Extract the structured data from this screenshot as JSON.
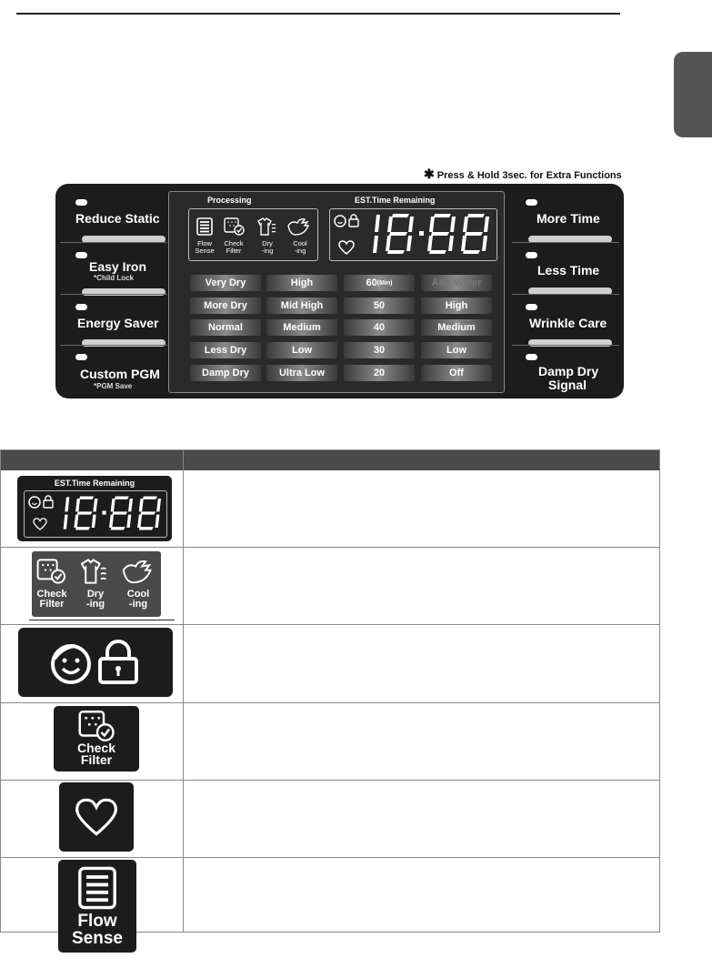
{
  "header_note": "Press & Hold 3sec. for Extra Functions",
  "left_buttons": [
    {
      "label": "Reduce Static",
      "sub": ""
    },
    {
      "label": "Easy Iron",
      "sub": "*Child Lock"
    },
    {
      "label": "Energy Saver",
      "sub": ""
    },
    {
      "label": "Custom PGM",
      "sub": "*PGM Save"
    }
  ],
  "right_buttons": [
    {
      "label": "More Time"
    },
    {
      "label": "Less Time"
    },
    {
      "label": "Wrinkle Care"
    },
    {
      "label": "Damp Dry",
      "label2": "Signal"
    }
  ],
  "display": {
    "processing_title": "Processing",
    "est_title": "EST.Time Remaining",
    "time": "18:88",
    "process_icons": [
      {
        "line1": "Flow",
        "line2": "Sense"
      },
      {
        "line1": "Check",
        "line2": "Filter"
      },
      {
        "line1": "Dry",
        "line2": "-ing"
      },
      {
        "line1": "Cool",
        "line2": "-ing"
      }
    ]
  },
  "grid": {
    "col1": [
      "Very Dry",
      "More Dry",
      "Normal",
      "Less Dry",
      "Damp Dry"
    ],
    "col2": [
      "High",
      "Mid High",
      "Medium",
      "Low",
      "Ultra Low"
    ],
    "col3": [
      "60",
      "50",
      "40",
      "30",
      "20"
    ],
    "col3_unit": "(Min)",
    "col4": [
      "Add Water",
      "High",
      "Medium",
      "Low",
      "Off"
    ]
  },
  "table_icons": [
    {
      "title": "EST.Time Remaining",
      "time": "18:88"
    },
    {
      "labels": [
        {
          "line1": "Check",
          "line2": "Filter"
        },
        {
          "line1": "Dry",
          "line2": "-ing"
        },
        {
          "line1": "Cool",
          "line2": "-ing"
        }
      ]
    },
    {},
    {
      "line1": "Check",
      "line2": "Filter"
    },
    {},
    {
      "line1": "Flow",
      "line2": "Sense"
    }
  ],
  "colors": {
    "panel": "#1c1c1c",
    "tab": "#555555",
    "header": "#4a4a4a"
  }
}
